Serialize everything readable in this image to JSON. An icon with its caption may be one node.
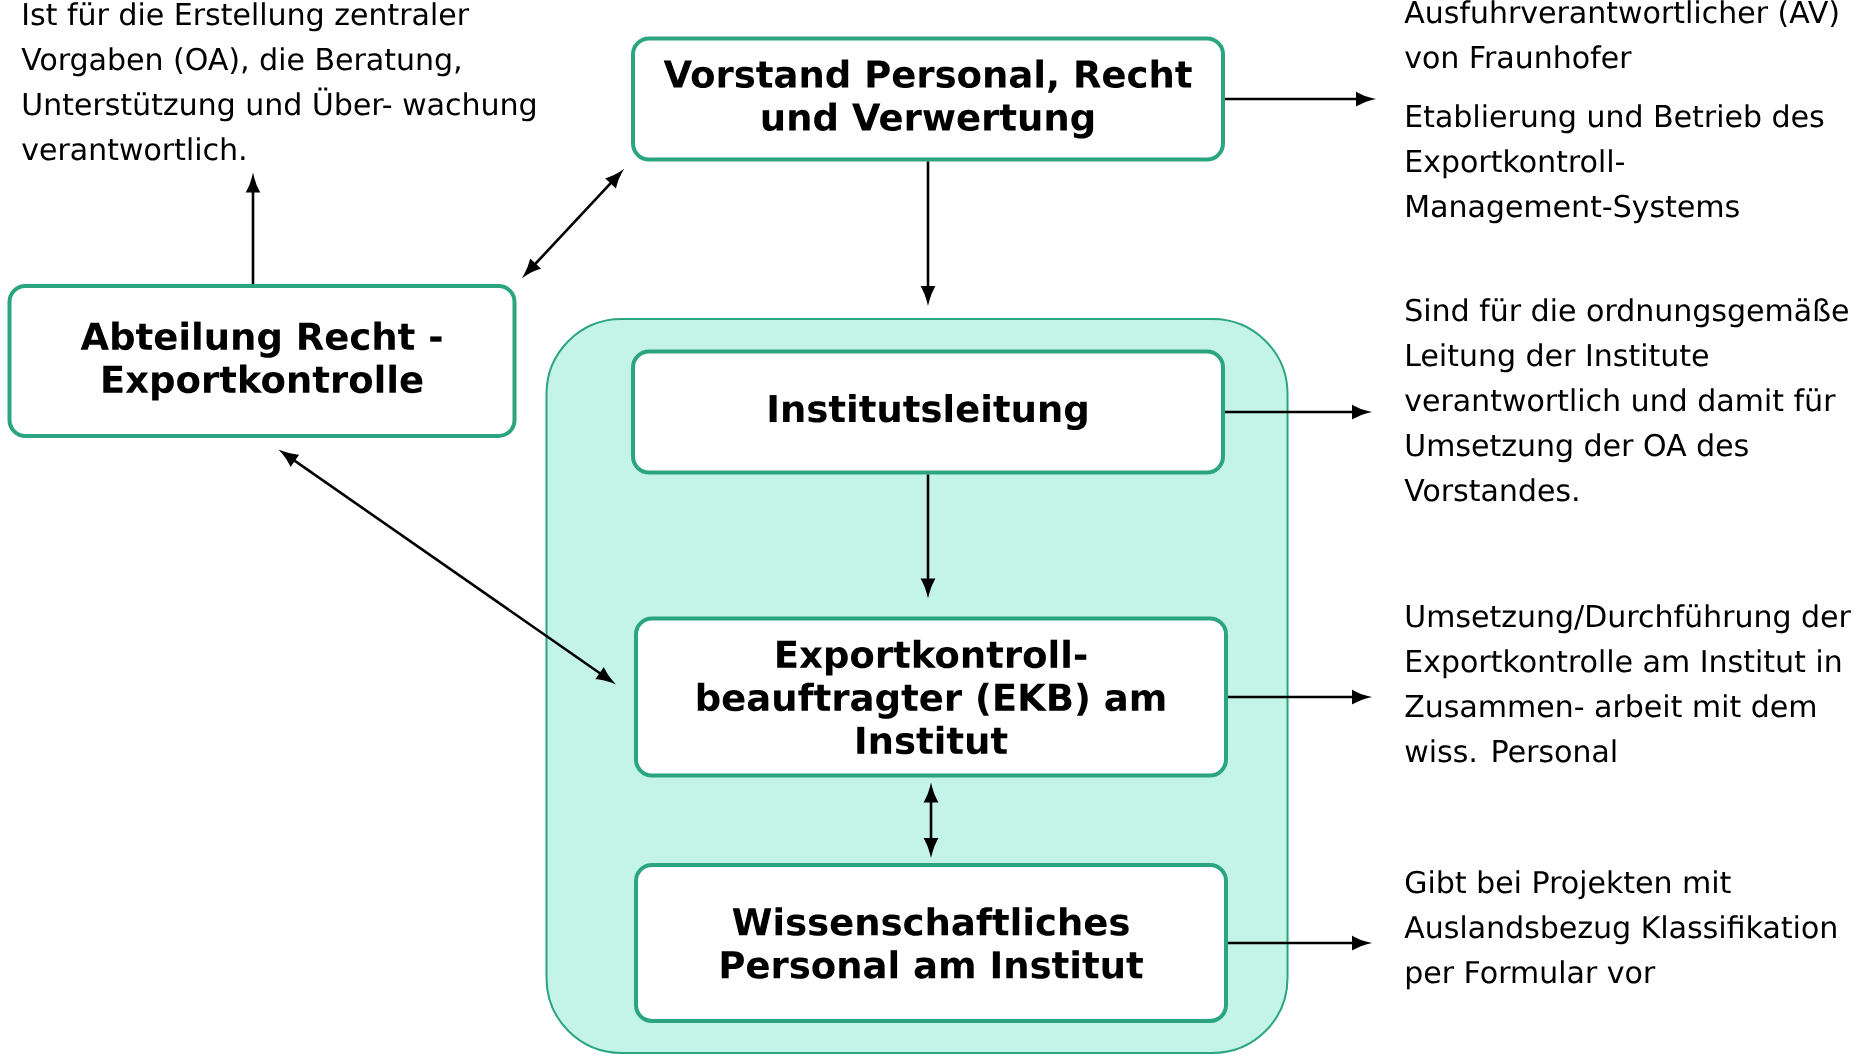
{
  "diagram": {
    "nodes": [
      {
        "text": [
          "Vorstand Personal, Recht und Verwertung"
        ]
      },
      {
        "text": [
          "Abteilung Recht - Exportkontrolle"
        ]
      },
      {
        "text": [],
        "shape": "box"
      },
      {
        "text": [
          "Institutsleitung"
        ],
        "in": 2
      },
      {
        "text": [
          "Exportkontroll- beauftragter (EKB) am Institut"
        ],
        "in": 2
      },
      {
        "text": [
          "Wissenschaftliches Personal am Institut"
        ],
        "in": 2
      },
      {
        "text": [
          "Ist für die Erstellung zentraler Vorgaben (OA), die Beratung, Unterstützung und Über- wachung verantwortlich."
        ]
      },
      {
        "text": [
          "Ausfuhrverantwortlicher (AV) von Fraunhofer",
          "Etablierung und Betrieb des Exportkontroll- Management-Systems"
        ]
      },
      {
        "text": [
          "Sind für die ordnungsgemäße Leitung der Institute verantwortlich und damit für Umsetzung der OA des Vorstandes."
        ]
      },
      {
        "text": [
          "Umsetzung/Durchführung der Exportkontrolle am Institut in Zusammen- arbeit mit dem wiss. Personal"
        ]
      },
      {
        "text": [
          "Gibt bei Projekten mit Auslandsbezug Klassifikation per Formular vor"
        ]
      }
    ],
    "edges": [
      {
        "from": 0,
        "to": 7,
        "arrow": "to"
      },
      {
        "from": 0,
        "to": 2,
        "arrow": "to"
      },
      {
        "from": 1,
        "to": 6,
        "arrow": "to"
      },
      {
        "from": 1,
        "to": 0,
        "arrow": "both"
      },
      {
        "from": 1,
        "to": 4,
        "arrow": "both"
      },
      {
        "from": 3,
        "to": 4,
        "arrow": "to"
      },
      {
        "from": 3,
        "to": 8,
        "arrow": "to"
      },
      {
        "from": 4,
        "to": 5,
        "arrow": "both"
      },
      {
        "from": 4,
        "to": 9,
        "arrow": "to"
      },
      {
        "from": 5,
        "to": 10,
        "arrow": "to"
      }
    ]
  }
}
